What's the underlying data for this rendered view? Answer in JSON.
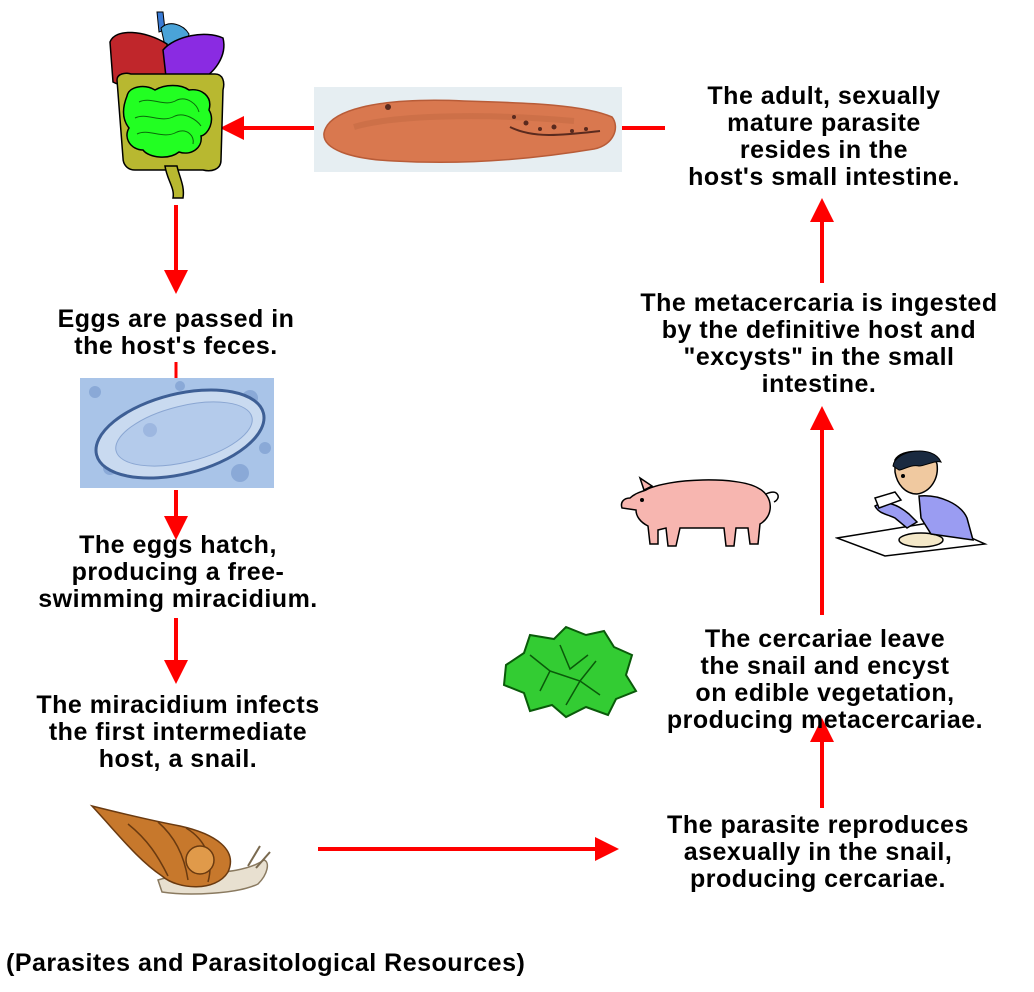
{
  "steps": {
    "adult": "The adult, sexually\nmature parasite\nresides in the\nhost's small intestine.",
    "eggs": "Eggs are passed in\nthe host's feces.",
    "hatch": "The eggs hatch,\nproducing a free-\nswimming miracidium.",
    "miracidium": "The miracidium infects\nthe first intermediate\nhost, a snail.",
    "reproduce": "The parasite reproduces\nasexually in the snail,\nproducing cercariae.",
    "cercariae": "The cercariae leave\nthe snail and encyst\non edible vegetation,\nproducing metacercariae.",
    "metacercaria": "The metacercaria is ingested\nby the definitive host and\n\"excysts\" in the small\nintestine."
  },
  "source": "(Parasites and Parasitological Resources)",
  "icons": {
    "intestine": "intestine-organs-icon",
    "adult_fluke": "adult-fluke-photo",
    "egg": "egg-micrograph",
    "snail": "snail-icon",
    "vegetation": "vegetation-icon",
    "pig": "pig-icon",
    "human": "human-eating-icon"
  },
  "colors": {
    "arrow": "#ff0000",
    "text": "#000000",
    "background": "#ffffff"
  }
}
